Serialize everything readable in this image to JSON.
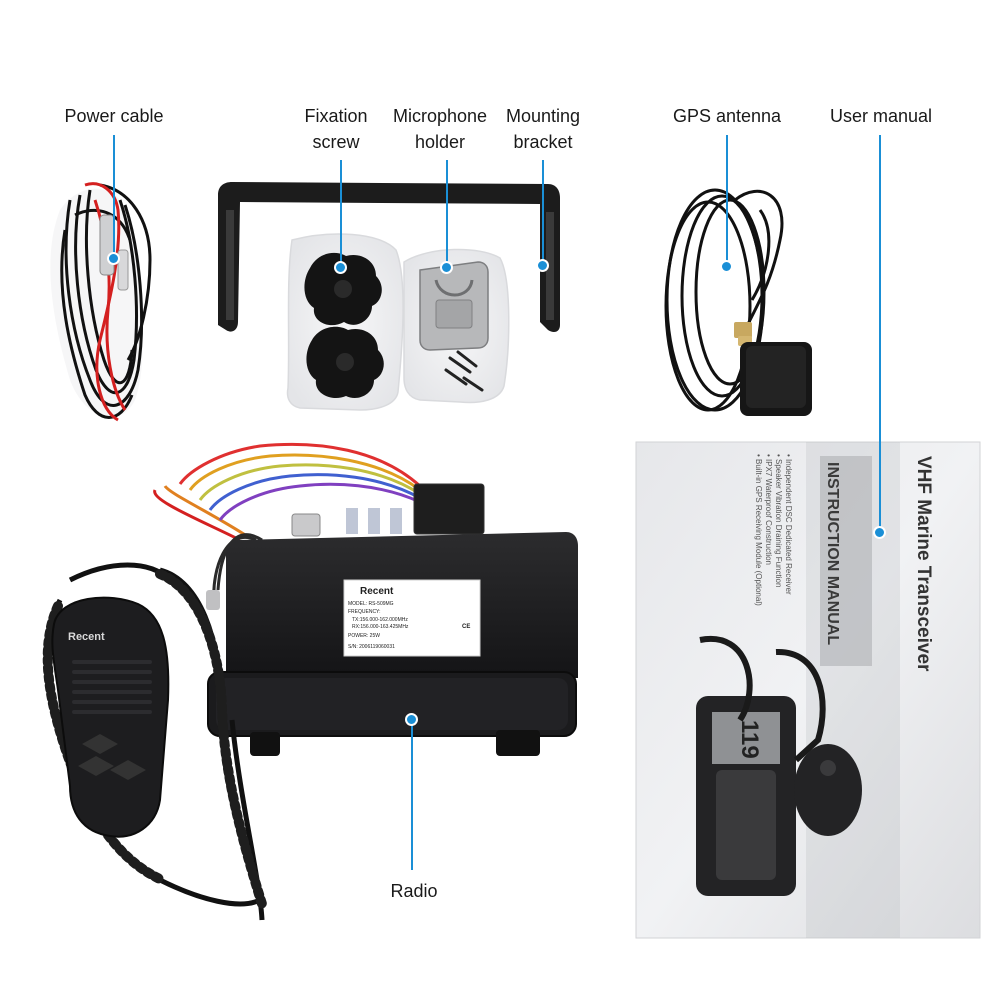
{
  "callouts": {
    "power_cable": "Power cable",
    "fixation_screw": "Fixation\nscrew",
    "microphone_holder": "Microphone\nholder",
    "mounting_bracket": "Mounting\nbracket",
    "gps_antenna": "GPS antenna",
    "user_manual": "User manual",
    "radio": "Radio"
  },
  "manual": {
    "title": "VHF Marine Transceiver",
    "subtitle": "INSTRUCTION MANUAL",
    "features": [
      "• Independent DSC Dedicated Receiver",
      "• Speaker Vibration Draining Function",
      "• IPX7 Waterproof Construction",
      "• Built-in GPS Receiving Module (Optional)"
    ],
    "screen_channel": "119"
  },
  "radio_label": {
    "brand": "Recent",
    "model": "MODEL: RS-509MG",
    "frequency": "FREQUENCY:",
    "tx": "TX:156.000-162.000MHz",
    "rx": "RX:156.000-163.425MHz",
    "ce": "CE",
    "power": "POWER: 25W",
    "serial": "S/N: 2006119060031"
  },
  "mic_brand": "Recent",
  "colors": {
    "accent": "#1a8fd6",
    "device_body": "#1f1f21",
    "manual_bg": "#ecedef"
  }
}
